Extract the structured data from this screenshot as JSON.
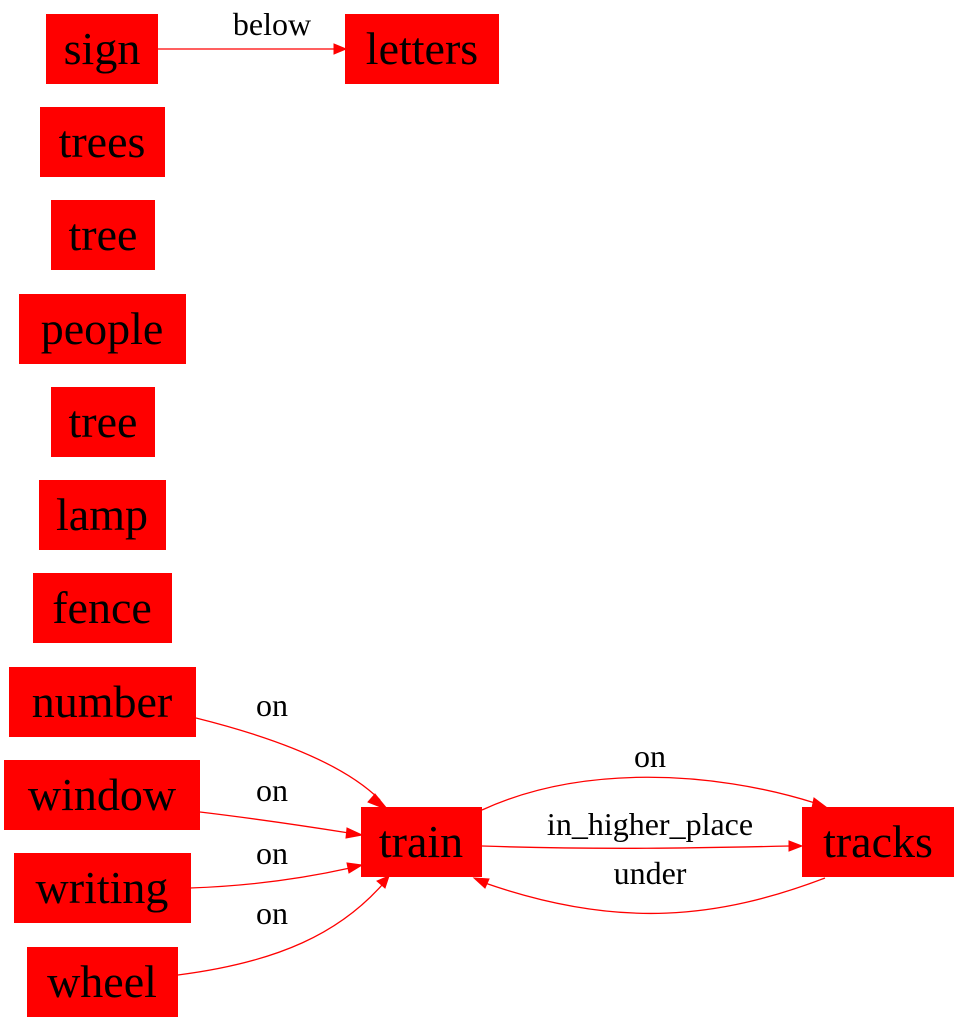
{
  "colors": {
    "node_fill": "#ff0000",
    "edge_stroke": "#ff0000",
    "text": "#000000",
    "background": "#ffffff"
  },
  "nodes": [
    {
      "id": "sign",
      "label": "sign"
    },
    {
      "id": "letters",
      "label": "letters"
    },
    {
      "id": "trees",
      "label": "trees"
    },
    {
      "id": "tree1",
      "label": "tree"
    },
    {
      "id": "people",
      "label": "people"
    },
    {
      "id": "tree2",
      "label": "tree"
    },
    {
      "id": "lamp",
      "label": "lamp"
    },
    {
      "id": "fence",
      "label": "fence"
    },
    {
      "id": "number",
      "label": "number"
    },
    {
      "id": "window",
      "label": "window"
    },
    {
      "id": "writing",
      "label": "writing"
    },
    {
      "id": "wheel",
      "label": "wheel"
    },
    {
      "id": "train",
      "label": "train"
    },
    {
      "id": "tracks",
      "label": "tracks"
    }
  ],
  "edges": [
    {
      "id": "sign-letters",
      "from": "sign",
      "to": "letters",
      "label": "below"
    },
    {
      "id": "number-train",
      "from": "number",
      "to": "train",
      "label": "on"
    },
    {
      "id": "window-train",
      "from": "window",
      "to": "train",
      "label": "on"
    },
    {
      "id": "writing-train",
      "from": "writing",
      "to": "train",
      "label": "on"
    },
    {
      "id": "wheel-train",
      "from": "wheel",
      "to": "train",
      "label": "on"
    },
    {
      "id": "train-tracks-on",
      "from": "train",
      "to": "tracks",
      "label": "on"
    },
    {
      "id": "train-tracks-higher",
      "from": "train",
      "to": "tracks",
      "label": "in_higher_place"
    },
    {
      "id": "tracks-train-under",
      "from": "tracks",
      "to": "train",
      "label": "under"
    }
  ]
}
